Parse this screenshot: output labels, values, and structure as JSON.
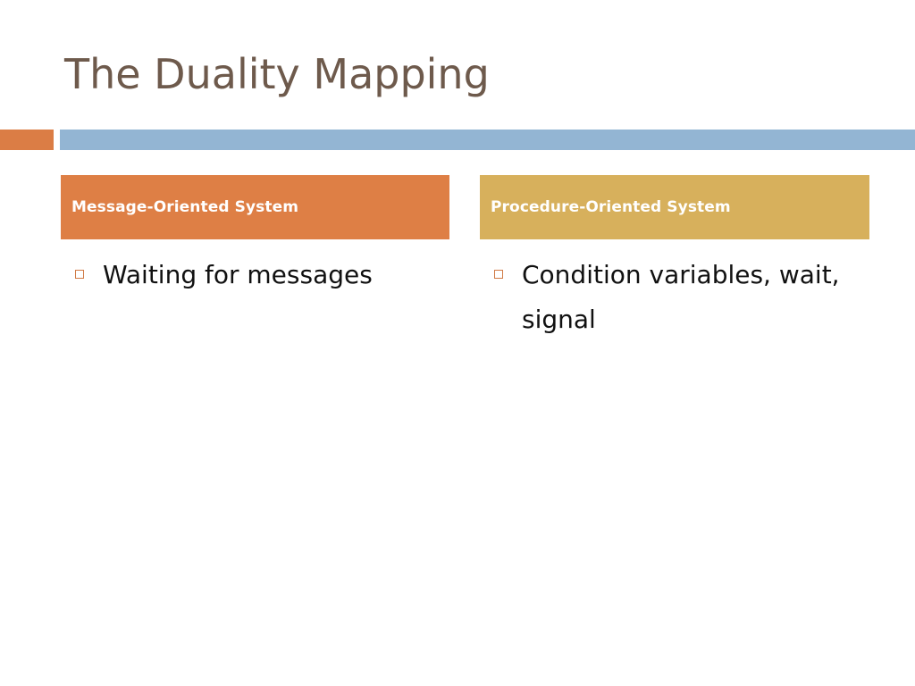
{
  "slide": {
    "title": "The Duality Mapping",
    "colors": {
      "title_text": "#6e5a4c",
      "accent_orange": "#db7d45",
      "accent_blue": "#93b5d3",
      "header_left_bg": "#de7f45",
      "header_right_bg": "#d7b05c",
      "bullet_marker": "#d07a45",
      "body_text": "#111111"
    }
  },
  "columns": [
    {
      "header": "Message-Oriented System",
      "bullets": [
        {
          "text": "Waiting for messages"
        }
      ]
    },
    {
      "header": "Procedure-Oriented System",
      "bullets": [
        {
          "text": "Condition variables, wait, signal"
        }
      ]
    }
  ]
}
